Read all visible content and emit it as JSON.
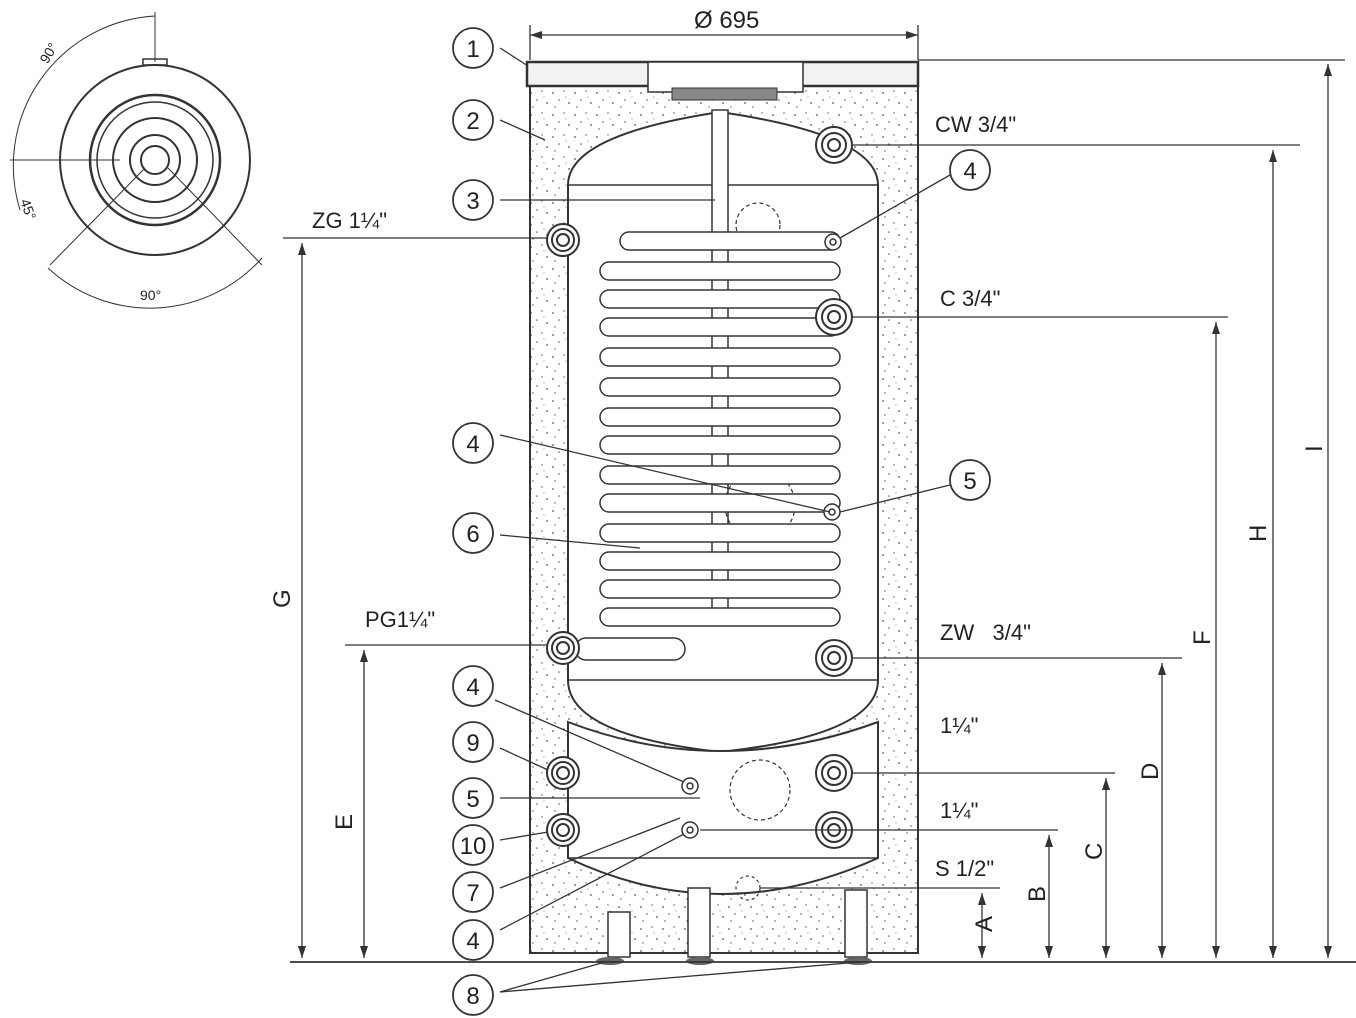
{
  "diameter_label": "Ø 695",
  "connections": {
    "cw": "CW 3/4\"",
    "zg": "ZG 1¼\"",
    "c": "C 3/4\"",
    "pg": "PG1¼\"",
    "zw": "ZW   3/4\"",
    "upper_aux": "1¼\"",
    "lower_aux": "1¼\"",
    "s": "S 1/2\""
  },
  "dimensions": [
    "A",
    "B",
    "C",
    "D",
    "E",
    "F",
    "G",
    "H",
    "I"
  ],
  "top_view_angles": [
    "90°",
    "45°",
    "90°"
  ],
  "callouts": [
    "1",
    "2",
    "3",
    "4",
    "4",
    "5",
    "6",
    "4",
    "9",
    "5",
    "10",
    "7",
    "4",
    "8"
  ]
}
